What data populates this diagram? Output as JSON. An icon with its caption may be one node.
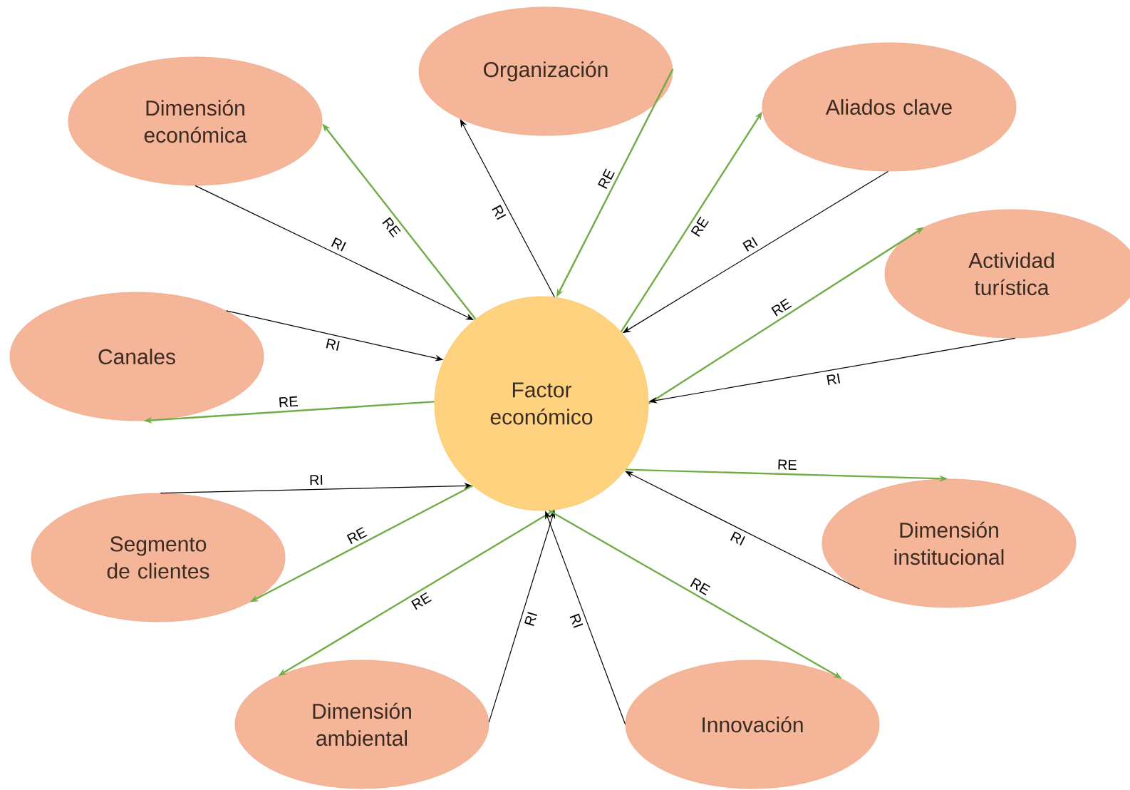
{
  "diagram": {
    "nodes": [
      {
        "text": [
          "Factor económico"
        ]
      },
      {
        "text": [
          "Organización"
        ]
      },
      {
        "text": [
          "Dimensión económica"
        ]
      },
      {
        "text": [
          "Aliados clave"
        ]
      },
      {
        "text": [
          "Canales"
        ]
      },
      {
        "text": [
          "Actividad turística"
        ]
      },
      {
        "text": [
          "Segmento de clientes"
        ]
      },
      {
        "text": [
          "Dimensión institucional"
        ]
      },
      {
        "text": [
          "Dimensión ambiental"
        ]
      },
      {
        "text": [
          "Innovación"
        ]
      }
    ],
    "edges": [
      {
        "from": 2,
        "to": 0,
        "arrow": "to",
        "label": "RI"
      },
      {
        "from": 0,
        "to": 2,
        "arrow": "to",
        "label": "RE",
        "color": "#70ad47"
      },
      {
        "from": 0,
        "to": 1,
        "arrow": "to",
        "label": "RI"
      },
      {
        "from": 1,
        "to": 0,
        "arrow": "to",
        "label": "RE",
        "color": "#70ad47"
      },
      {
        "from": 0,
        "to": 3,
        "arrow": "to",
        "label": "RE",
        "color": "#70ad47"
      },
      {
        "from": 3,
        "to": 0,
        "arrow": "to",
        "label": "RI"
      },
      {
        "from": 4,
        "to": 0,
        "arrow": "to",
        "label": "RI"
      },
      {
        "from": 0,
        "to": 4,
        "arrow": "to",
        "label": "RE",
        "color": "#70ad47"
      },
      {
        "from": 0,
        "to": 5,
        "arrow": "to",
        "label": "RE",
        "color": "#70ad47"
      },
      {
        "from": 5,
        "to": 0,
        "arrow": "to",
        "label": "RI"
      },
      {
        "from": 6,
        "to": 0,
        "arrow": "to",
        "label": "RI"
      },
      {
        "from": 0,
        "to": 6,
        "arrow": "to",
        "label": "RE",
        "color": "#70ad47"
      },
      {
        "from": 0,
        "to": 7,
        "arrow": "to",
        "label": "RE",
        "color": "#70ad47"
      },
      {
        "from": 7,
        "to": 0,
        "arrow": "to",
        "label": "RI"
      },
      {
        "from": 0,
        "to": 8,
        "arrow": "to",
        "label": "RE",
        "color": "#70ad47"
      },
      {
        "from": 8,
        "to": 0,
        "arrow": "to",
        "label": "RI"
      },
      {
        "from": 9,
        "to": 0,
        "arrow": "to",
        "label": "RI"
      },
      {
        "from": 0,
        "to": 9,
        "arrow": "to",
        "label": "RE",
        "color": "#70ad47"
      }
    ]
  }
}
